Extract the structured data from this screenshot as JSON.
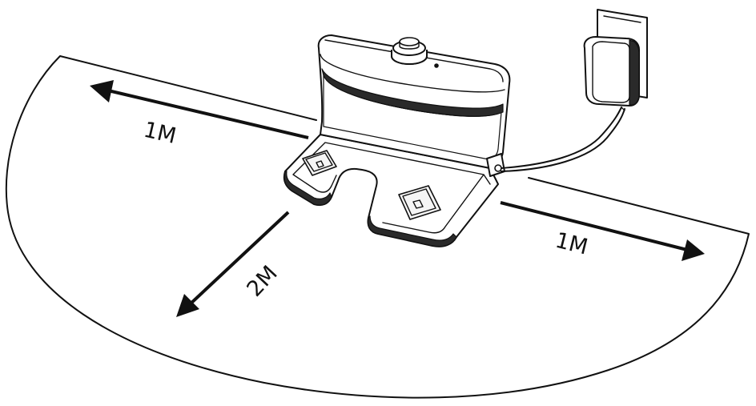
{
  "labels": {
    "left_distance": "1M",
    "right_distance": "1M",
    "front_distance": "2M"
  }
}
